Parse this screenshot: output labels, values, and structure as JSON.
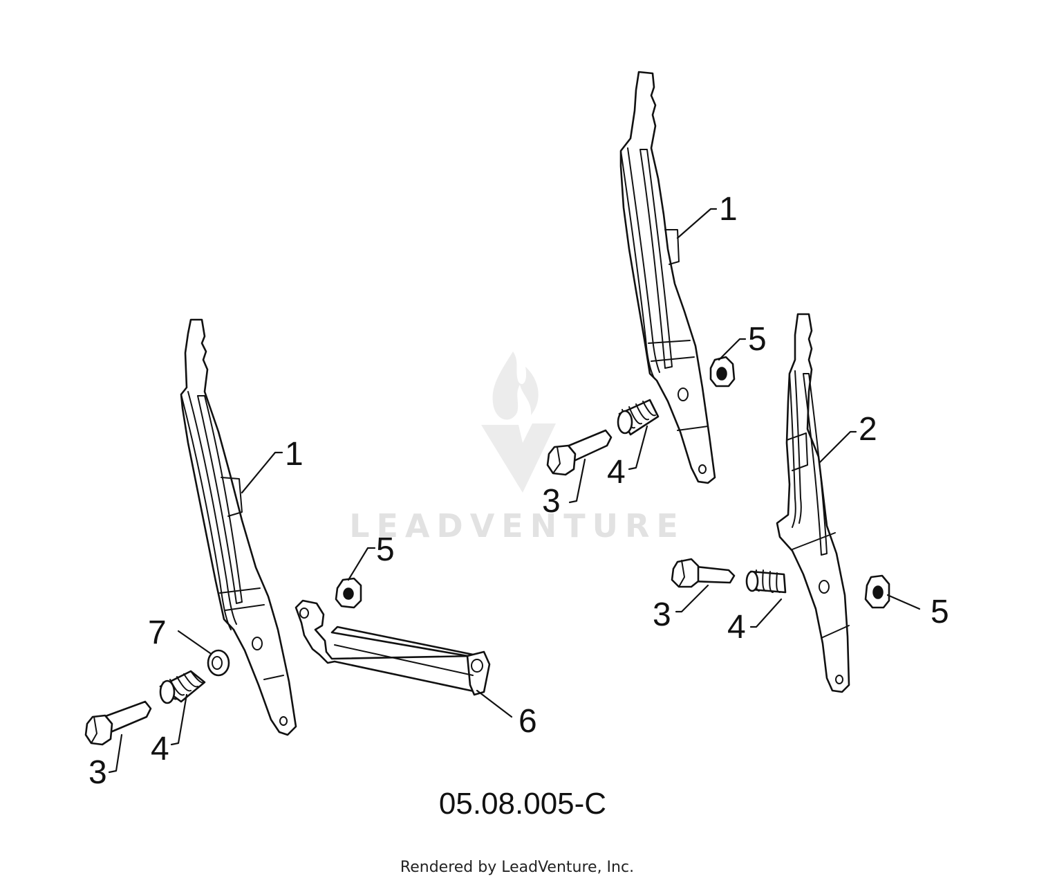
{
  "watermark": {
    "brand_text": "LEADVENTURE"
  },
  "diagram": {
    "code": "05.08.005-C",
    "credit": "Rendered by LeadVenture, Inc."
  },
  "callouts": [
    {
      "id": "left-bracket-1",
      "label": "1"
    },
    {
      "id": "left-nut-5",
      "label": "5"
    },
    {
      "id": "left-washer-7",
      "label": "7"
    },
    {
      "id": "left-spring-4",
      "label": "4"
    },
    {
      "id": "left-bolt-3",
      "label": "3"
    },
    {
      "id": "left-bar-6",
      "label": "6"
    },
    {
      "id": "upper-bracket-1",
      "label": "1"
    },
    {
      "id": "upper-nut-5",
      "label": "5"
    },
    {
      "id": "upper-spring-4",
      "label": "4"
    },
    {
      "id": "upper-bolt-3",
      "label": "3"
    },
    {
      "id": "right-bracket-2",
      "label": "2"
    },
    {
      "id": "right-bolt-3",
      "label": "3"
    },
    {
      "id": "right-spring-4",
      "label": "4"
    },
    {
      "id": "right-nut-5",
      "label": "5"
    }
  ]
}
